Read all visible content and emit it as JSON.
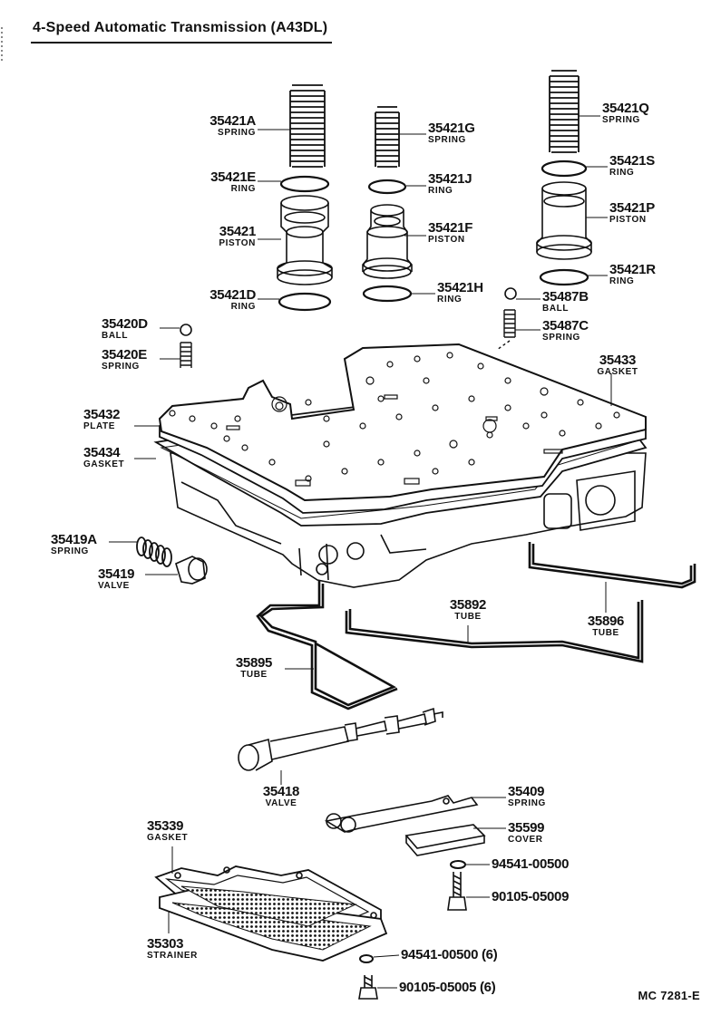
{
  "title": "4-Speed Automatic Transmission (A43DL)",
  "footer_code": "MC  7281-E",
  "parts": {
    "p35421A": {
      "number": "35421A",
      "name": "SPRING"
    },
    "p35421E": {
      "number": "35421E",
      "name": "RING"
    },
    "p35421": {
      "number": "35421",
      "name": "PISTON"
    },
    "p35421D": {
      "number": "35421D",
      "name": "RING"
    },
    "p35421G": {
      "number": "35421G",
      "name": "SPRING"
    },
    "p35421J": {
      "number": "35421J",
      "name": "RING"
    },
    "p35421F": {
      "number": "35421F",
      "name": "PISTON"
    },
    "p35421H": {
      "number": "35421H",
      "name": "RING"
    },
    "p35421Q": {
      "number": "35421Q",
      "name": "SPRING"
    },
    "p35421S": {
      "number": "35421S",
      "name": "RING"
    },
    "p35421P": {
      "number": "35421P",
      "name": "PISTON"
    },
    "p35421R": {
      "number": "35421R",
      "name": "RING"
    },
    "p35487B": {
      "number": "35487B",
      "name": "BALL"
    },
    "p35487C": {
      "number": "35487C",
      "name": "SPRING"
    },
    "p35420D": {
      "number": "35420D",
      "name": "BALL"
    },
    "p35420E": {
      "number": "35420E",
      "name": "SPRING"
    },
    "p35433": {
      "number": "35433",
      "name": "GASKET"
    },
    "p35432": {
      "number": "35432",
      "name": "PLATE"
    },
    "p35434": {
      "number": "35434",
      "name": "GASKET"
    },
    "p35419A": {
      "number": "35419A",
      "name": "SPRING"
    },
    "p35419": {
      "number": "35419",
      "name": "VALVE"
    },
    "p35892": {
      "number": "35892",
      "name": "TUBE"
    },
    "p35896": {
      "number": "35896",
      "name": "TUBE"
    },
    "p35895": {
      "number": "35895",
      "name": "TUBE"
    },
    "p35418": {
      "number": "35418",
      "name": "VALVE"
    },
    "p35409": {
      "number": "35409",
      "name": "SPRING"
    },
    "p35599": {
      "number": "35599",
      "name": "COVER"
    },
    "p35339": {
      "number": "35339",
      "name": "GASKET"
    },
    "p35303": {
      "number": "35303",
      "name": "STRAINER"
    },
    "p94541a": {
      "number": "94541-00500"
    },
    "p90105a": {
      "number": "90105-05009"
    },
    "p94541b": {
      "number": "94541-00500 (6)"
    },
    "p90105b": {
      "number": "90105-05005 (6)"
    }
  }
}
